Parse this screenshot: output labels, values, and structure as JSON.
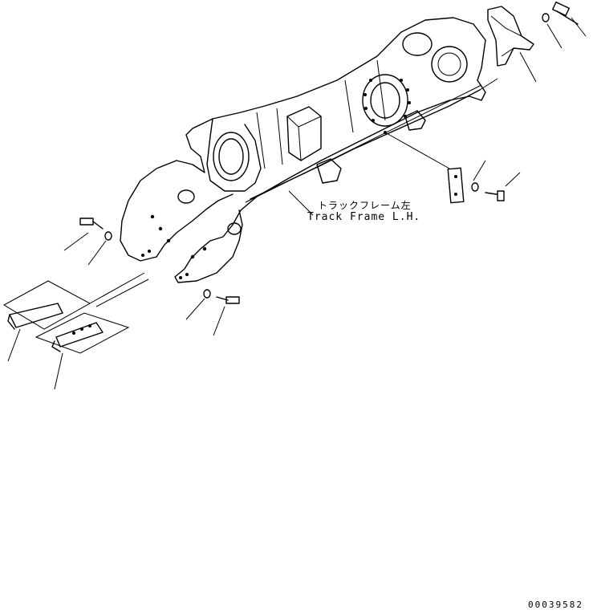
{
  "diagram": {
    "label_jp": "トラックフレーム左",
    "label_en": "Track Frame L.H.",
    "document_number": "00039582"
  }
}
